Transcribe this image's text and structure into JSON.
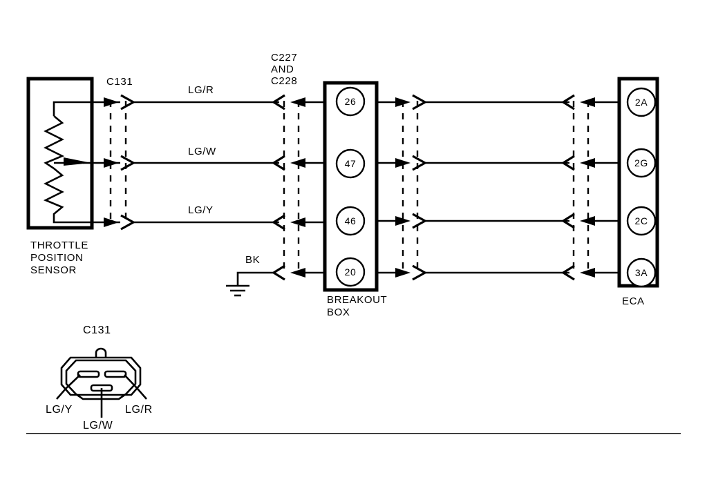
{
  "diagram": {
    "title_label": "",
    "colors": {
      "ink": "#000000",
      "paper": "#ffffff"
    },
    "sensor": {
      "name": "throttle-position-sensor",
      "label_line1": "THROTTLE",
      "label_line2": "POSITION",
      "label_line3": "SENSOR",
      "symbol": "potentiometer"
    },
    "connectors": {
      "c131_inline_label": "C131",
      "c227_c228_label_line1": "C227",
      "c227_c228_label_line2": "AND",
      "c227_c228_label_line3": "C228"
    },
    "wires": [
      {
        "id": "wire-1",
        "color_code": "LG/R",
        "breakout_pin": "26",
        "eca_pin": "2A"
      },
      {
        "id": "wire-2",
        "color_code": "LG/W",
        "breakout_pin": "47",
        "eca_pin": "2G"
      },
      {
        "id": "wire-3",
        "color_code": "LG/Y",
        "breakout_pin": "46",
        "eca_pin": "2C"
      },
      {
        "id": "wire-4",
        "color_code": "BK",
        "breakout_pin": "20",
        "eca_pin": "3A"
      }
    ],
    "breakout_box": {
      "label_line1": "BREAKOUT",
      "label_line2": "BOX",
      "pins": [
        "26",
        "47",
        "46",
        "20"
      ]
    },
    "eca": {
      "label": "ECA",
      "pins": [
        "2A",
        "2G",
        "2C",
        "3A"
      ]
    },
    "ground": {
      "wire_label": "BK",
      "symbol": "chassis-ground"
    },
    "connector_face": {
      "title": "C131",
      "terminal_labels": {
        "left": "LG/Y",
        "bottom": "LG/W",
        "right": "LG/R"
      }
    }
  }
}
